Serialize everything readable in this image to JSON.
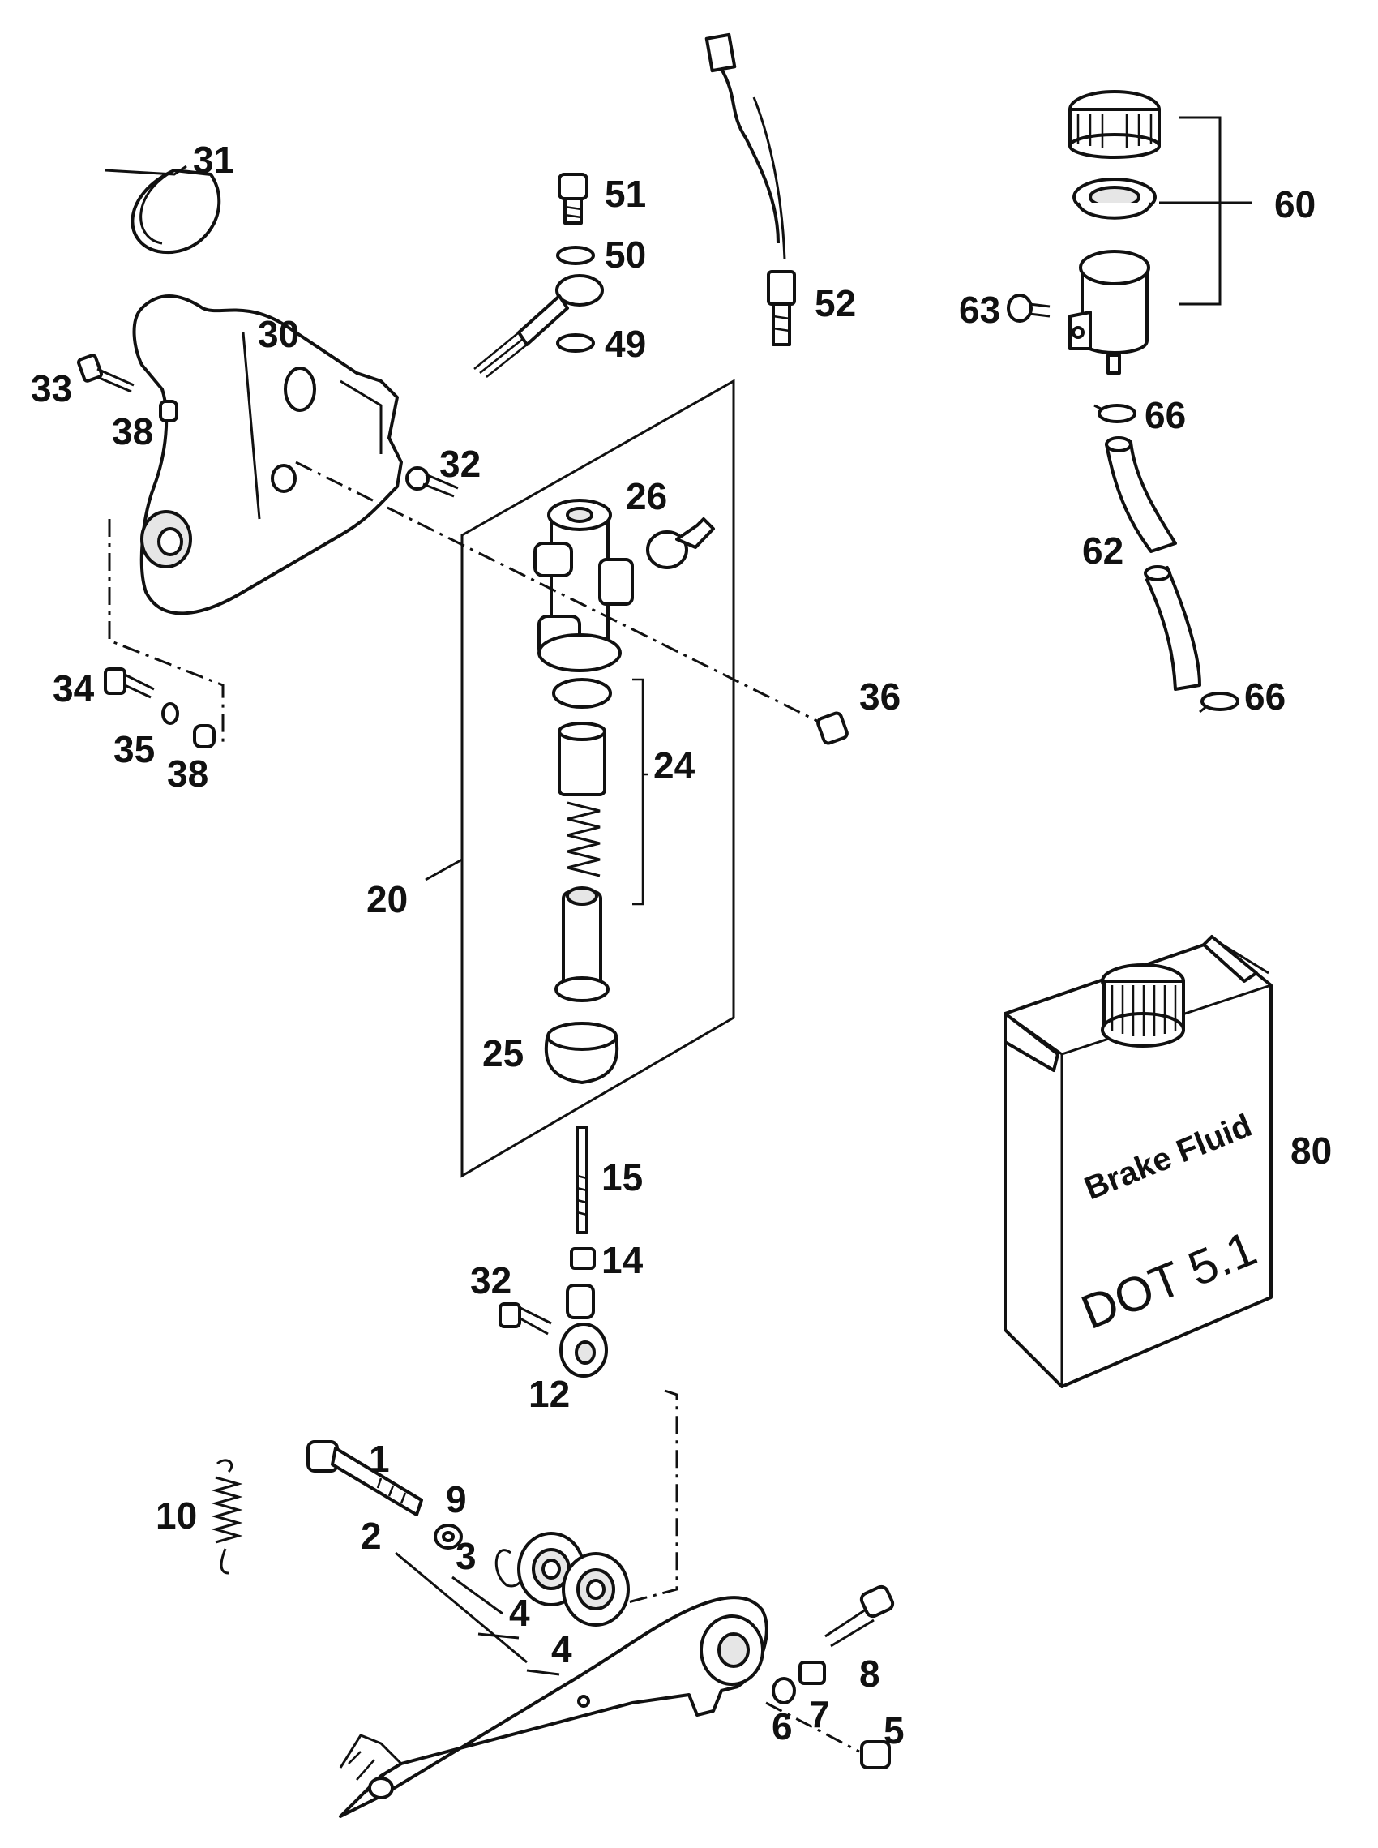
{
  "callouts": {
    "p1": "1",
    "p2": "2",
    "p3": "3",
    "p4a": "4",
    "p4b": "4",
    "p5": "5",
    "p6": "6",
    "p7": "7",
    "p8": "8",
    "p9": "9",
    "p10": "10",
    "p12": "12",
    "p14": "14",
    "p15": "15",
    "p20": "20",
    "p24": "24",
    "p25": "25",
    "p26": "26",
    "p30": "30",
    "p31": "31",
    "p32a": "32",
    "p32b": "32",
    "p33": "33",
    "p34": "34",
    "p35": "35",
    "p36": "36",
    "p38a": "38",
    "p38b": "38",
    "p49": "49",
    "p50": "50",
    "p51": "51",
    "p52": "52",
    "p60": "60",
    "p62": "62",
    "p63": "63",
    "p66a": "66",
    "p66b": "66",
    "p80": "80"
  },
  "can": {
    "line1": "Brake Fluid",
    "line2": "DOT 5.1"
  }
}
